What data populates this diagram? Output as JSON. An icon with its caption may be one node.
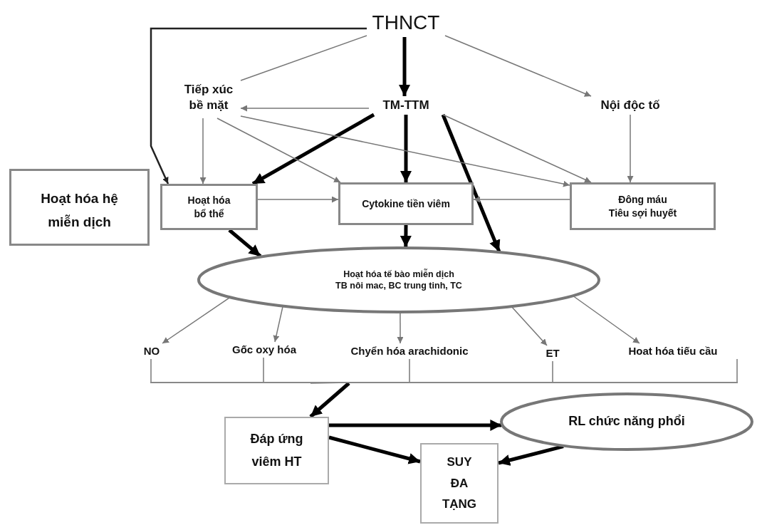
{
  "diagram": {
    "nodes": [
      {
        "text": [
          "THNCT"
        ]
      },
      {
        "text": [
          "Tiếp xúc bề mặt"
        ]
      },
      {
        "text": [
          "TM-TTM"
        ]
      },
      {
        "text": [
          "Nội độc tố"
        ]
      },
      {
        "text": [
          "Hoạt hóa hệ miễn dịch"
        ]
      },
      {
        "text": [
          "Hoạt hóa bổ thể"
        ]
      },
      {
        "text": [
          "Cytokine tiền viêm"
        ]
      },
      {
        "text": [
          "Đông máu Tiêu sợi huyết"
        ]
      },
      {
        "text": [
          "Hoạt hóa tế bào miễn dịch",
          "TB nôi mac, BC trung tinh, TC"
        ]
      },
      {
        "text": [
          "NO"
        ]
      },
      {
        "text": [
          "Gốc oxy hóa"
        ]
      },
      {
        "text": [
          "Chyển hóa arachidonic"
        ]
      },
      {
        "text": [
          "ET"
        ]
      },
      {
        "text": [
          "Hoat hóa tiếu cầu"
        ]
      },
      {
        "text": [
          "Đáp ứng viêm HT"
        ]
      },
      {
        "text": [
          "RL chức năng phổi"
        ]
      },
      {
        "text": [
          "SUY ĐA TẠNG"
        ]
      },
      {
        "text": [],
        "shape": "bar"
      }
    ],
    "edges": [
      {
        "from": 0,
        "to": 2,
        "arrow": "to",
        "style": "thick",
        "color": "#000000"
      },
      {
        "from": 0,
        "to": 1,
        "arrow": "none"
      },
      {
        "from": 0,
        "to": 3,
        "arrow": "to"
      },
      {
        "from": 0,
        "to": 5,
        "arrow": "to",
        "color": "#222222"
      },
      {
        "from": 2,
        "to": 1,
        "arrow": "to"
      },
      {
        "from": 2,
        "to": 5,
        "arrow": "to",
        "style": "thick",
        "color": "#000000"
      },
      {
        "from": 2,
        "to": 6,
        "arrow": "to",
        "style": "thick",
        "color": "#000000"
      },
      {
        "from": 2,
        "to": 8,
        "arrow": "to",
        "style": "thick",
        "color": "#000000"
      },
      {
        "from": 1,
        "to": 5,
        "arrow": "to"
      },
      {
        "from": 1,
        "to": 6,
        "arrow": "to"
      },
      {
        "from": 1,
        "to": 7,
        "arrow": "to"
      },
      {
        "from": 2,
        "to": 7,
        "arrow": "to"
      },
      {
        "from": 3,
        "to": 7,
        "arrow": "to"
      },
      {
        "from": 5,
        "to": 6,
        "arrow": "to"
      },
      {
        "from": 7,
        "to": 6,
        "arrow": "to"
      },
      {
        "from": 5,
        "to": 8,
        "arrow": "to",
        "style": "thick",
        "color": "#000000"
      },
      {
        "from": 6,
        "to": 8,
        "arrow": "to",
        "style": "thick",
        "color": "#000000"
      },
      {
        "from": 8,
        "to": 9,
        "arrow": "to"
      },
      {
        "from": 8,
        "to": 10,
        "arrow": "to"
      },
      {
        "from": 8,
        "to": 11,
        "arrow": "to"
      },
      {
        "from": 8,
        "to": 12,
        "arrow": "to"
      },
      {
        "from": 8,
        "to": 13,
        "arrow": "to"
      },
      {
        "from": 9,
        "to": 17,
        "arrow": "none"
      },
      {
        "from": 10,
        "to": 17,
        "arrow": "none"
      },
      {
        "from": 11,
        "to": 17,
        "arrow": "none"
      },
      {
        "from": 12,
        "to": 17,
        "arrow": "none"
      },
      {
        "from": 13,
        "to": 17,
        "arrow": "none"
      },
      {
        "from": 14,
        "to": 15,
        "arrow": "to",
        "style": "thick",
        "color": "#000000"
      },
      {
        "from": 14,
        "to": 16,
        "arrow": "to",
        "style": "thick",
        "color": "#000000"
      },
      {
        "from": 15,
        "to": 16,
        "arrow": "to",
        "style": "thick",
        "color": "#000000"
      },
      {
        "from": 17,
        "to": 14,
        "arrow": "to",
        "style": "thick",
        "color": "#000000"
      }
    ]
  }
}
